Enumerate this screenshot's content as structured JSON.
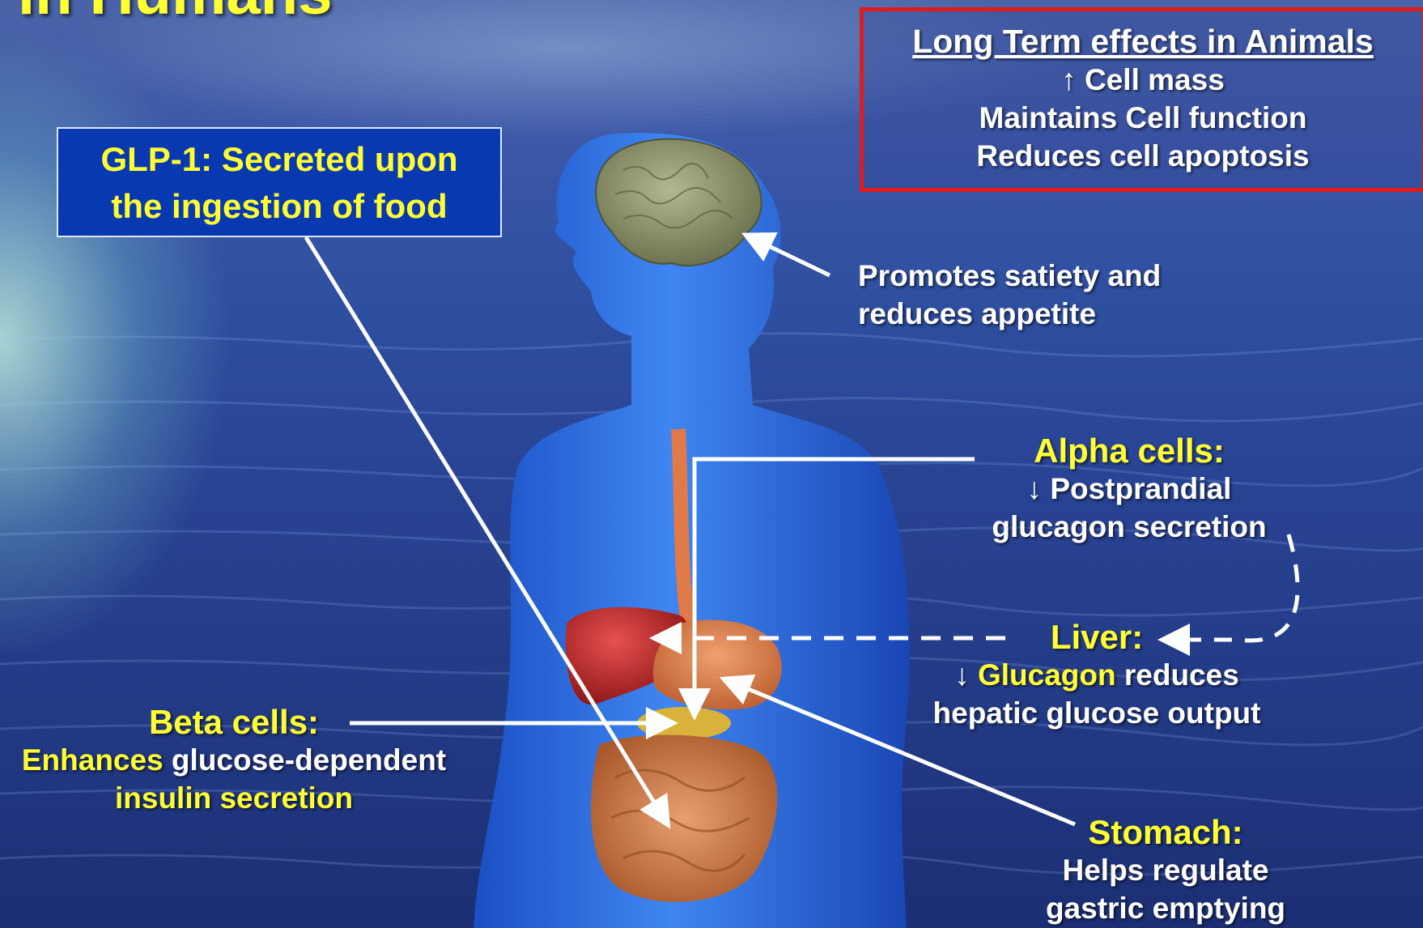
{
  "title": "in Humans",
  "glp_box": {
    "line1": "GLP-1: Secreted upon",
    "line2": "the ingestion of food"
  },
  "long_term": {
    "title": "Long Term effects in Animals",
    "line1_arrow": "↑",
    "line1_text": "Cell  mass",
    "line2": "Maintains  Cell function",
    "line3": "Reduces  cell apoptosis"
  },
  "brain_label": {
    "line1": "Promotes satiety and",
    "line2": "reduces appetite"
  },
  "alpha": {
    "heading": "Alpha cells:",
    "line1": "↓ Postprandial",
    "line2": "glucagon secretion"
  },
  "liver": {
    "heading": "Liver:",
    "arrow": "↓",
    "glucagon": "Glucagon",
    "line1_rest": " reduces",
    "line2": "hepatic glucose output"
  },
  "beta": {
    "heading": "Beta cells:",
    "enhances": "Enhances",
    "line1_rest": " glucose-dependent",
    "line2": "insulin secretion"
  },
  "stomach": {
    "heading": "Stomach:",
    "line1": "Helps regulate",
    "line2": "gastric emptying"
  },
  "colors": {
    "yellow": "#ffff33",
    "box_blue": "#0839b0",
    "box_red": "#e11b1b",
    "body_blue": "#2f6fe0"
  }
}
